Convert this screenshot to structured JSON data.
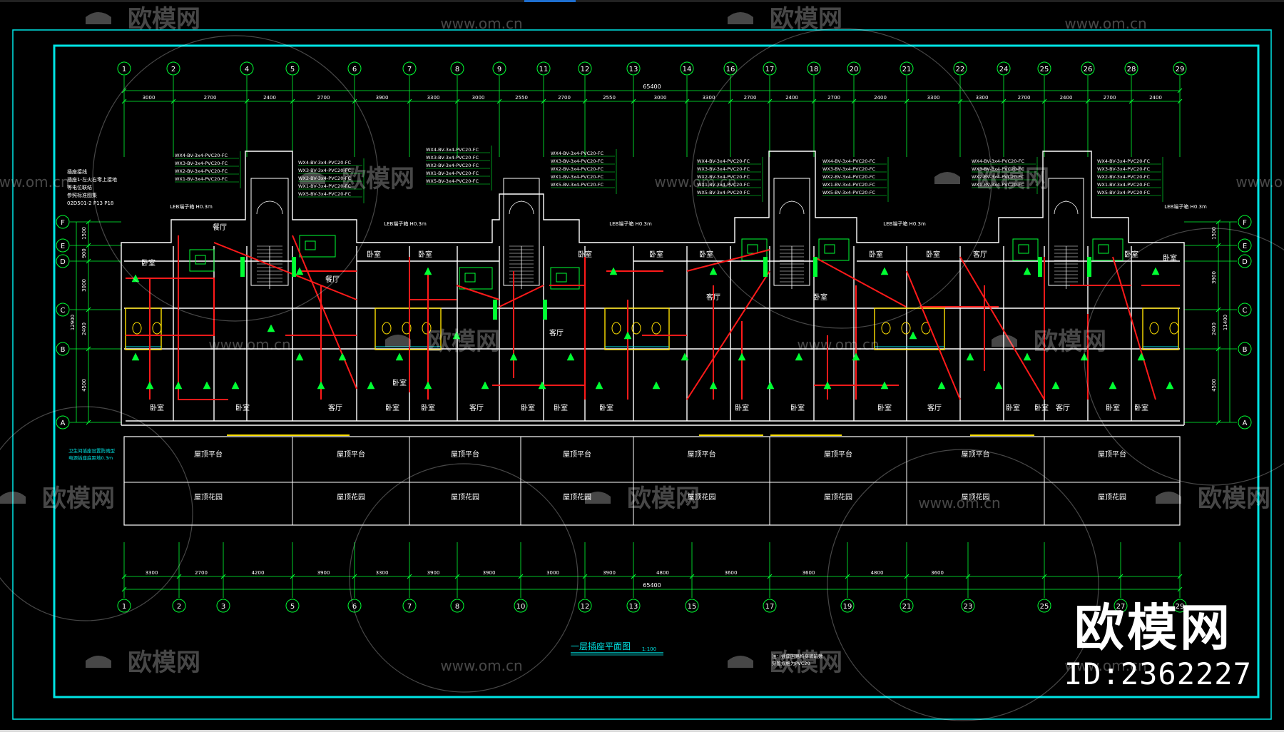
{
  "drawing": {
    "title": "一层插座平面图",
    "scale": "1:100",
    "total_dim_top": "65400",
    "total_dim_bottom": "65400",
    "accent_cyan": "#00e5e5",
    "dim_green": "#00ff33",
    "wire_red": "#ff1a1a",
    "wall_white": "#ffffff",
    "fixture_yellow": "#ffe000"
  },
  "grid_top": [
    "1",
    "2",
    "4",
    "5",
    "6",
    "7",
    "8",
    "9",
    "11",
    "12",
    "13",
    "14",
    "16",
    "17",
    "18",
    "20",
    "21",
    "22",
    "24",
    "25",
    "26",
    "28",
    "29"
  ],
  "grid_bottom": [
    "1",
    "2",
    "3",
    "5",
    "6",
    "7",
    "8",
    "10",
    "12",
    "13",
    "15",
    "17",
    "19",
    "21",
    "23",
    "25",
    "27",
    "29"
  ],
  "grid_left": [
    "F",
    "E",
    "D",
    "C",
    "B",
    "A"
  ],
  "grid_right": [
    "F",
    "E",
    "D",
    "C",
    "B",
    "A"
  ],
  "dims_top": [
    "3000",
    "2700",
    "2400",
    "2700",
    "3900",
    "3300",
    "3000",
    "2550",
    "2700",
    "2550",
    "3000",
    "3300",
    "2700",
    "2400",
    "2700",
    "2400",
    "3300",
    "3300",
    "2700",
    "2400",
    "2700",
    "2400",
    "3300"
  ],
  "dims_bottom": [
    "3300",
    "2700",
    "4200",
    "3900",
    "3300",
    "3900",
    "3900",
    "3000",
    "3900",
    "4800",
    "3600",
    "3600",
    "4800",
    "3600"
  ],
  "dims_left": [
    "1500",
    "900",
    "3000",
    "2400",
    "12900",
    "4500"
  ],
  "dims_right": [
    "1500",
    "3900",
    "2400",
    "11400",
    "4500"
  ],
  "rooms": [
    "卧室",
    "卧室",
    "餐厅",
    "餐厅",
    "卧室",
    "卧室",
    "卧室",
    "卧室",
    "客厅",
    "卧室",
    "卧室",
    "卧室",
    "卧室",
    "卧室",
    "卧室",
    "卧室",
    "卧室",
    "卧室",
    "卧室",
    "卧室",
    "客厅",
    "客厅",
    "卧室",
    "卧室",
    "客厅",
    "卧室",
    "卧室",
    "卧室",
    "客厅",
    "卧室",
    "客厅",
    "卧室",
    "客厅",
    "卧室",
    "卧室"
  ],
  "terraces": [
    "屋顶平台",
    "屋顶平台",
    "屋顶平台",
    "屋顶平台",
    "屋顶平台",
    "屋顶平台",
    "屋顶平台",
    "屋顶平台"
  ],
  "gardens": [
    "屋顶花园",
    "屋顶花园",
    "屋顶花园",
    "屋顶花园",
    "屋顶花园",
    "屋顶花园",
    "屋顶花园",
    "屋顶花园"
  ],
  "notes": {
    "legend_lines": [
      "插座接线",
      "插座1-左火右零上接地",
      "等电位联结",
      "参照标准图集",
      "02D501-2 P13 P18"
    ],
    "lower_left_lines": [
      "卫生间插座设置防溅型",
      "电源插座底距地0.3m"
    ],
    "bottom_center_lines": [
      "注：插座回路均穿管暗敷",
      "穿管规格为PVC20"
    ],
    "leb_label": "LEB端子箱 H0.3m"
  },
  "circuit_tables": [
    [
      "WX4-BV-3x4-PVC20-FC",
      "WX3-BV-3x4-PVC20-FC",
      "WX2-BV-3x4-PVC20-FC",
      "WX1-BV-3x4-PVC20-FC"
    ],
    [
      "WX4-BV-3x4-PVC20-FC",
      "WX3-BV-3x4-PVC20-FC",
      "WX2-BV-3x4-PVC20-FC",
      "WX1-BV-3x4-PVC20-FC",
      "WX5-BV-3x4-PVC20-FC"
    ],
    [
      "WX4-BV-3x4-PVC20-FC",
      "WX3-BV-3x4-PVC20-FC",
      "WX2-BV-3x4-PVC20-FC",
      "WX1-BV-3x4-PVC20-FC",
      "WX5-BV-3x4-PVC20-FC"
    ],
    [
      "WX4-BV-3x4-PVC20-FC",
      "WX3-BV-3x4-PVC20-FC",
      "WX2-BV-3x4-PVC20-FC",
      "WX1-BV-3x4-PVC20-FC",
      "WX5-BV-3x4-PVC20-FC"
    ],
    [
      "WX4-BV-3x4-PVC20-FC",
      "WX3-BV-3x4-PVC20-FC",
      "WX2-BV-3x4-PVC20-FC",
      "WX1-BV-3x4-PVC20-FC",
      "WX5-BV-3x4-PVC20-FC"
    ],
    [
      "WX4-BV-3x4-PVC20-FC",
      "WX3-BV-3x4-PVC20-FC",
      "WX2-BV-3x4-PVC20-FC",
      "WX1-BV-3x4-PVC20-FC",
      "WX5-BV-3x4-PVC20-FC"
    ],
    [
      "WX4-BV-3x4-PVC20-FC",
      "WX3-BV-3x4-PVC20-FC",
      "WX2-BV-3x4-PVC20-FC",
      "WX1-BV-3x4-PVC20-FC"
    ],
    [
      "WX4-BV-3x4-PVC20-FC",
      "WX3-BV-3x4-PVC20-FC",
      "WX2-BV-3x4-PVC20-FC",
      "WX1-BV-3x4-PVC20-FC",
      "WX5-BV-3x4-PVC20-FC"
    ]
  ],
  "watermark": {
    "logo_text": "欧模网",
    "url_text": "www.om.cn"
  },
  "branding": {
    "logo": "欧模网",
    "id_text": "ID:2362227"
  }
}
